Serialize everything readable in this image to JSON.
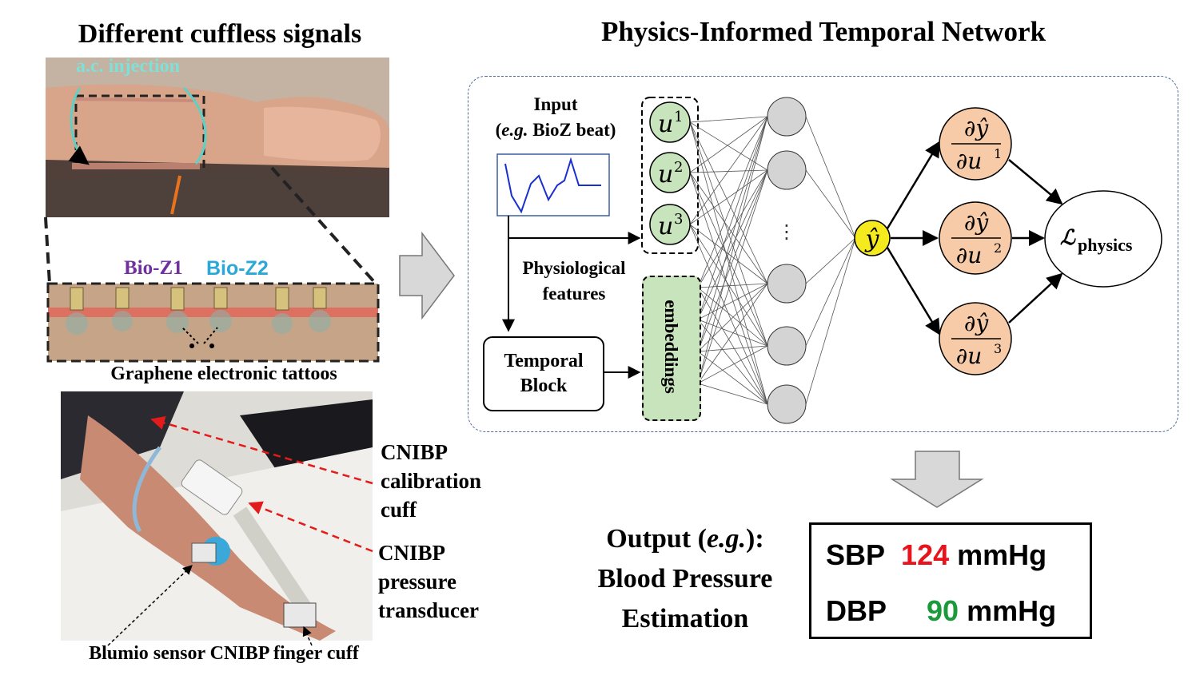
{
  "titles": {
    "left": "Different cuffless signals",
    "right": "Physics-Informed Temporal Network"
  },
  "left_panel": {
    "ac_injection": "a.c. injection",
    "bio_z1": "Bio-Z1",
    "bio_z2": "Bio-Z2",
    "tattoo_caption": "Graphene electronic tattoos",
    "calibration_cuff": [
      "CNIBP",
      "calibration",
      "cuff"
    ],
    "pressure_transducer": [
      "CNIBP",
      "pressure",
      "transducer"
    ],
    "finger_caption": "Blumio sensor CNIBP finger cuff"
  },
  "network": {
    "input_line1": "Input",
    "input_line2_italic": "e.g.",
    "input_line2_rest": " BioZ beat)",
    "physiological_features": [
      "Physiological",
      "features"
    ],
    "temporal_block": [
      "Temporal",
      "Block"
    ],
    "embeddings": "embeddings",
    "inputs": [
      "u1",
      "u2",
      "u3"
    ],
    "output_node": "ŷ",
    "derivatives": [
      "∂ŷ/∂u1",
      "∂ŷ/∂u2",
      "∂ŷ/∂u3"
    ],
    "loss_node": "L_physics",
    "hidden_ellipsis": "⋮"
  },
  "output": {
    "label_prefix": "Output (",
    "label_italic": "e.g.",
    "label_suffix": "):",
    "line2": "Blood Pressure",
    "line3": "Estimation",
    "sbp_label": "SBP",
    "sbp_value": "124",
    "dbp_label": "DBP",
    "dbp_value": "90",
    "unit": "mmHg"
  },
  "colors": {
    "input_node_fill": "#c8e4bc",
    "hidden_node_fill": "#d4d4d4",
    "output_node_fill": "#f5ea1e",
    "derivative_fill": "#f7cba8",
    "sbp_value": "#e8141c",
    "dbp_value": "#1a9a3a",
    "frame_dash": "#4a6a9a"
  }
}
